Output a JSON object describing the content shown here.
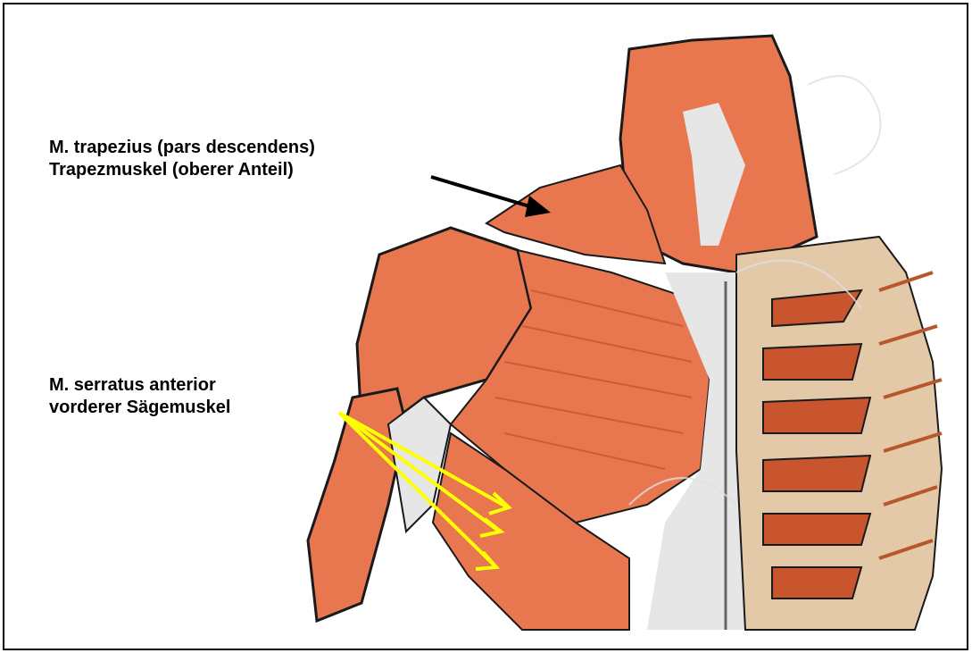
{
  "labels": {
    "trapezius": {
      "line1": "M. trapezius (pars descendens)",
      "line2": "Trapezmuskel (oberer Anteil)"
    },
    "serratus": {
      "line1": "M. serratus anterior",
      "line2": "vorderer Sägemuskel"
    }
  },
  "colors": {
    "muscle": "#e8774f",
    "muscle_dark": "#c9552f",
    "muscle_light": "#f4a583",
    "bone": "#e3c9a8",
    "tendon": "#e6e6e6",
    "outline": "#1a1a1a",
    "trapezius_arrow": "#000000",
    "serratus_arrows": "#ffff00"
  }
}
